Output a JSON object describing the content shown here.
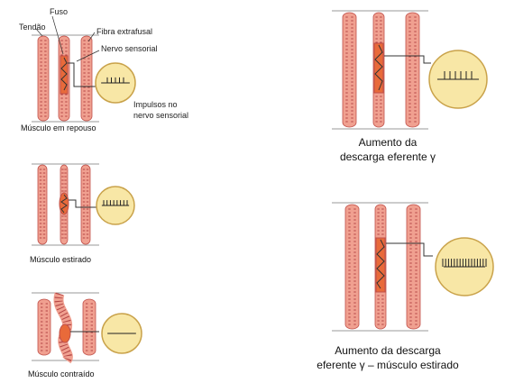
{
  "labels": {
    "fuso": "Fuso",
    "tendao": "Tendão",
    "fibra_extrafusal": "Fibra extrafusal",
    "nervo_sensorial": "Nervo sensorial",
    "impulsos_l1": "Impulsos no",
    "impulsos_l2": "nervo sensorial"
  },
  "captions": {
    "repouso": "Músculo em repouso",
    "estirado": "Músculo estirado",
    "contraido": "Músculo contraído",
    "gamma_l1": "Aumento da",
    "gamma_l2": "descarga eferente γ",
    "gamma_stretch_l1": "Aumento da descarga",
    "gamma_stretch_l2": "eferente γ – músculo estirado"
  },
  "colors": {
    "fiber_fill": "#f0a090",
    "fiber_stroke": "#c0504a",
    "stripe": "#b34545",
    "spindle_fill": "#e86a3a",
    "nerve": "#333333",
    "circle_fill": "#f8e7a6",
    "circle_stroke": "#c9a24a",
    "rule": "#999999"
  },
  "impulse_spike_counts": {
    "repouso": 5,
    "estirado": 8,
    "contraido": 0,
    "gamma": 6,
    "gamma_stretch": 16
  }
}
